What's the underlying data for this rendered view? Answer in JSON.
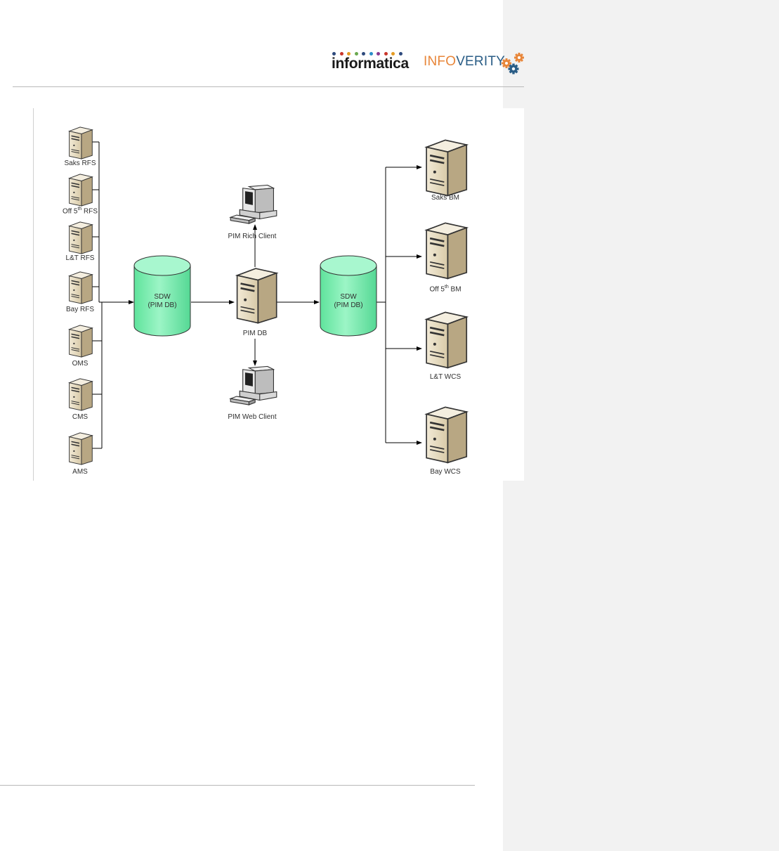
{
  "header": {
    "informatica_logo_text": "informatica",
    "informatica_dot_colors": [
      "#2e4a7d",
      "#c9362b",
      "#e59b22",
      "#6aa84f",
      "#2e4a7d",
      "#2b8fc9",
      "#8a3a8f",
      "#c9362b",
      "#e59b22",
      "#2e4a7d"
    ],
    "infoverity_logo_text_part1": "INFO",
    "infoverity_logo_text_part2": "VERITY",
    "infoverity_colors": {
      "info": "#e8863a",
      "verity": "#2a5d86"
    }
  },
  "diagram": {
    "sources": [
      {
        "label": "Saks RFS"
      },
      {
        "label_pre": "Off 5",
        "label_sup": "th",
        "label_post": " RFS"
      },
      {
        "label": "L&T RFS"
      },
      {
        "label": "Bay RFS"
      },
      {
        "label": "OMS"
      },
      {
        "label": "CMS"
      },
      {
        "label": "AMS"
      }
    ],
    "sdw_left": {
      "line1": "SDW",
      "line2": "(PIM DB)"
    },
    "sdw_right": {
      "line1": "SDW",
      "line2": "(PIM DB)"
    },
    "pim_db": {
      "label": "PIM DB"
    },
    "pim_rich_client": {
      "label": "PIM Rich Client"
    },
    "pim_web_client": {
      "label": "PIM Web Client"
    },
    "targets": [
      {
        "label": "Saks BM"
      },
      {
        "label_pre": "Off 5",
        "label_sup": "th",
        "label_post": " BM"
      },
      {
        "label": "L&T WCS"
      },
      {
        "label": "Bay WCS"
      }
    ],
    "colors": {
      "cylinder": "#7ef0b4",
      "cylinder_top": "#a6f7cd",
      "server_body": "#e3d7bd",
      "server_side": "#b6a585"
    }
  }
}
